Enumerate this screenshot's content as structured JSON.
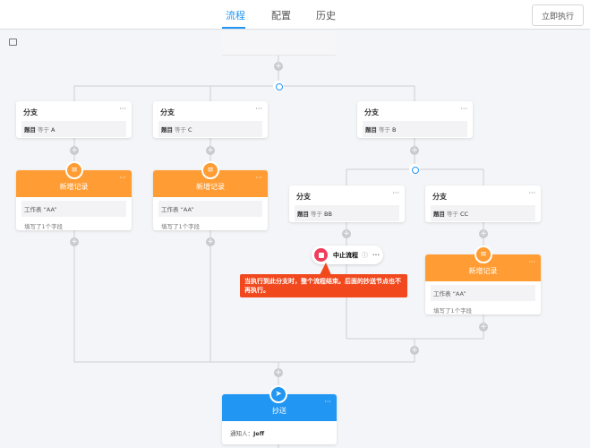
{
  "header": {
    "tabs": [
      {
        "label": "流程",
        "active": true
      },
      {
        "label": "配置"
      },
      {
        "label": "历史"
      }
    ],
    "run_button": "立即执行"
  },
  "colors": {
    "accent": "#2196f3",
    "orange": "#ff9d34",
    "danger": "#f1481e",
    "stop": "#ef3d5c"
  },
  "branches": [
    {
      "title": "分支",
      "field": "题目",
      "op": "等于",
      "value": "A"
    },
    {
      "title": "分支",
      "field": "题目",
      "op": "等于",
      "value": "C"
    },
    {
      "title": "分支",
      "field": "题目",
      "op": "等于",
      "value": "B"
    },
    {
      "title": "分支",
      "field": "题目",
      "op": "等于",
      "value": "BB"
    },
    {
      "title": "分支",
      "field": "题目",
      "op": "等于",
      "value": "CC"
    }
  ],
  "add_record": {
    "title": "新增记录",
    "sheet": "工作表 “AA”",
    "fields": "填写了1个字段"
  },
  "stop_node": {
    "label": "中止流程"
  },
  "tooltip": "当执行到此分支时，整个流程结束。后面的抄送节点也不再执行。",
  "cc_node": {
    "title": "抄送",
    "notify_label": "通知人：",
    "notify_value": "Jeff"
  }
}
